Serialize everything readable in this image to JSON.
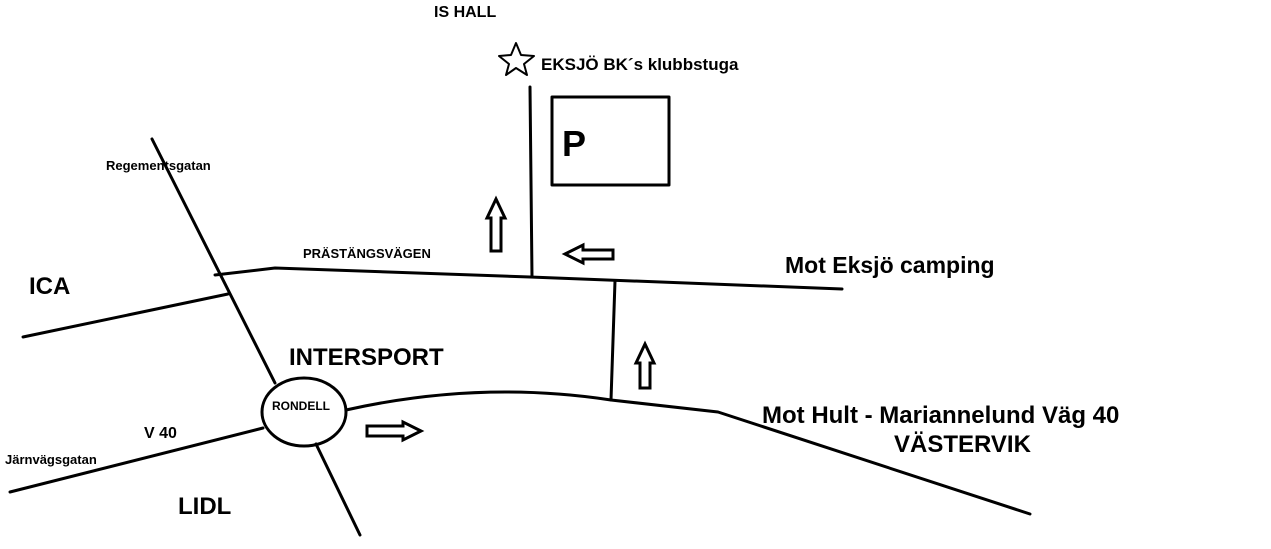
{
  "labels": {
    "is_hall": "IS HALL",
    "clubhouse": "EKSJÖ BK´s klubbstuga",
    "parking": "P",
    "regementsgatan": "Regementsgatan",
    "prastangsvagen": "PRÄSTÄNGSVÄGEN",
    "camping": "Mot Eksjö camping",
    "ica": "ICA",
    "intersport": "INTERSPORT",
    "rondell": "RONDELL",
    "v40": "V 40",
    "jarnvagsgatan": "Järnvägsgatan",
    "lidl": "LIDL",
    "hult": "Mot Hult - Mariannelund Väg 40",
    "vastervik": "VÄSTERVIK"
  },
  "icons": {
    "clubhouse_marker": "star-icon",
    "direction": "arrow-icon"
  },
  "colors": {
    "ink": "#000000",
    "background": "#ffffff"
  }
}
